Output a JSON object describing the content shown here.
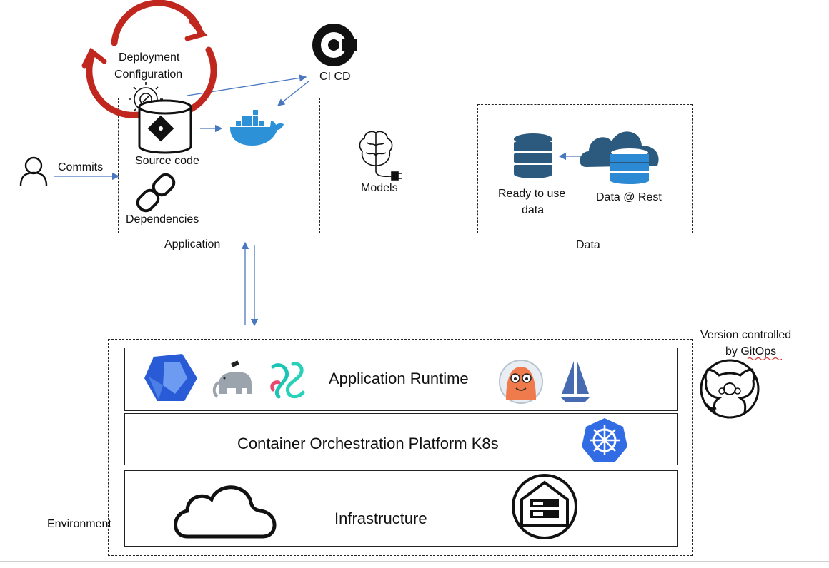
{
  "labels": {
    "commits": "Commits",
    "deployment_configuration_line1": "Deployment",
    "deployment_configuration_line2": "Configuration",
    "source_code": "Source code",
    "dependencies": "Dependencies",
    "application": "Application",
    "cicd": "CI CD",
    "models": "Models",
    "ready_to_use_line1": "Ready to use",
    "ready_to_use_line2": "data",
    "data_at_rest": "Data @ Rest",
    "data": "Data",
    "version_controlled_line1": "Version controlled",
    "version_controlled_line2": "by GitOps",
    "environment": "Environment"
  },
  "layers": {
    "application_runtime": "Application Runtime",
    "container_orchestration": "Container Orchestration Platform K8s",
    "infrastructure": "Infrastructure"
  },
  "colors": {
    "arrow": "#4a78c0",
    "cycle": "#c0281f",
    "docker": "#2d91d8",
    "database": "#2c5a7e",
    "k8s": "#326ce5",
    "kubeflow": "#2a5bd7",
    "istio": "#466bb0"
  },
  "icons": [
    "person-icon",
    "cycle-arrows-icon",
    "gear-icon",
    "git-repo-icon",
    "chain-link-icon",
    "circleci-icon",
    "docker-icon",
    "brain-plug-icon",
    "database-icon",
    "cloud-database-icon",
    "kubeflow-icon",
    "elephant-icon",
    "flow-knot-icon",
    "argo-icon",
    "sailboat-icon",
    "kubernetes-wheel-icon",
    "cloud-outline-icon",
    "server-house-icon",
    "github-octocat-icon"
  ]
}
